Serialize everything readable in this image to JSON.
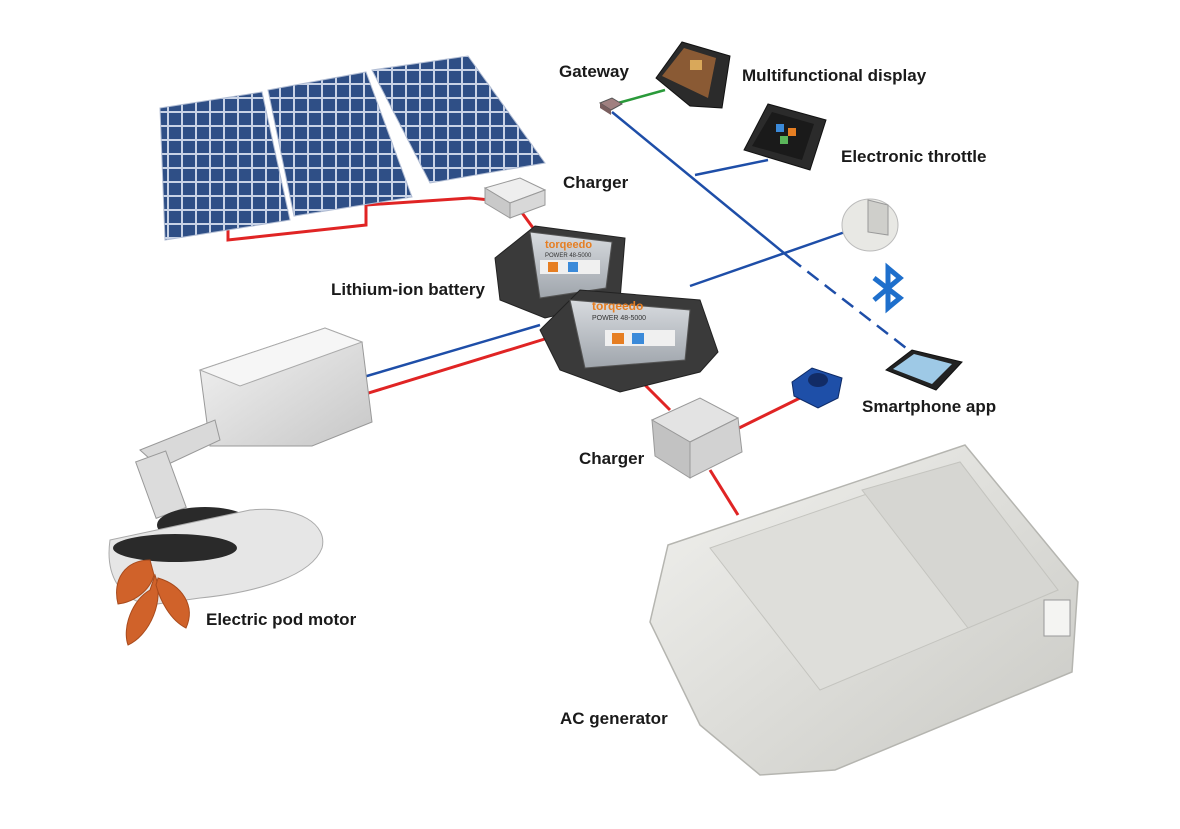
{
  "labels": {
    "gateway": "Gateway",
    "multifunctional_display": "Multifunctional display",
    "electronic_throttle": "Electronic throttle",
    "charger_top": "Charger",
    "lithium_ion_battery": "Lithium-ion battery",
    "smartphone_app": "Smartphone app",
    "charger_bottom": "Charger",
    "electric_pod_motor": "Electric pod motor",
    "ac_generator": "AC generator"
  },
  "battery_brand": "torqeedo",
  "battery_model": "POWER 48-5000",
  "colors": {
    "power_line": "#e02424",
    "data_line": "#1e4ea8",
    "display_link": "#2a9a3a",
    "solar_cell": "#2f4f86",
    "battery_case": "#3a3a3a",
    "battery_accent": "#e67e22",
    "propeller": "#d0622a"
  },
  "icons": [
    "bluetooth-icon"
  ]
}
